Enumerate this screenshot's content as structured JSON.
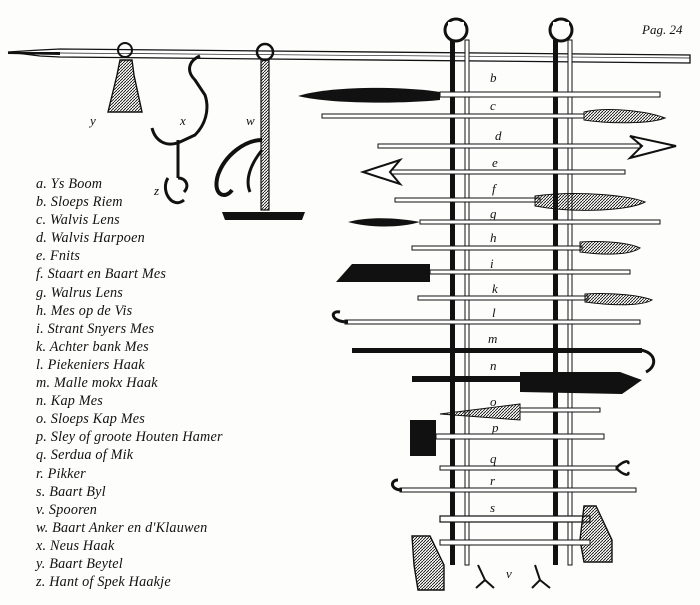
{
  "page_label": "Pag. 24",
  "legend": [
    "a. Ys Boom",
    "b. Sloeps Riem",
    "c. Walvis Lens",
    "d. Walvis Harpoen",
    "e. Fnits",
    "f. Staart en Baart Mes",
    "g. Walrus Lens",
    "h. Mes op de Vis",
    "i. Strant Snyers Mes",
    "k. Achter bank Mes",
    "l. Piekeniers Haak",
    "m. Malle mokx Haak",
    "n. Kap Mes",
    "o. Sloeps Kap Mes",
    "p. Sley of groote Houten Hamer",
    "q. Serdua of Mik",
    "r. Pikker",
    "s. Baart Byl",
    "v. Spooren",
    "w. Baart Anker en d'Klauwen",
    "x. Neus Haak",
    "y. Baart Beytel",
    "z. Hant of Spek Haakje"
  ],
  "figure_letters": {
    "b": "b",
    "c": "c",
    "d": "d",
    "e": "e",
    "f": "f",
    "g": "g",
    "h": "h",
    "i": "i",
    "k": "k",
    "l": "l",
    "m": "m",
    "n": "n",
    "o": "o",
    "p": "p",
    "q": "q",
    "r": "r",
    "s": "s",
    "v": "v",
    "w": "w",
    "x": "x",
    "y": "y",
    "z": "z"
  },
  "colors": {
    "ink": "#111111",
    "paper": "#fdfdfb"
  }
}
